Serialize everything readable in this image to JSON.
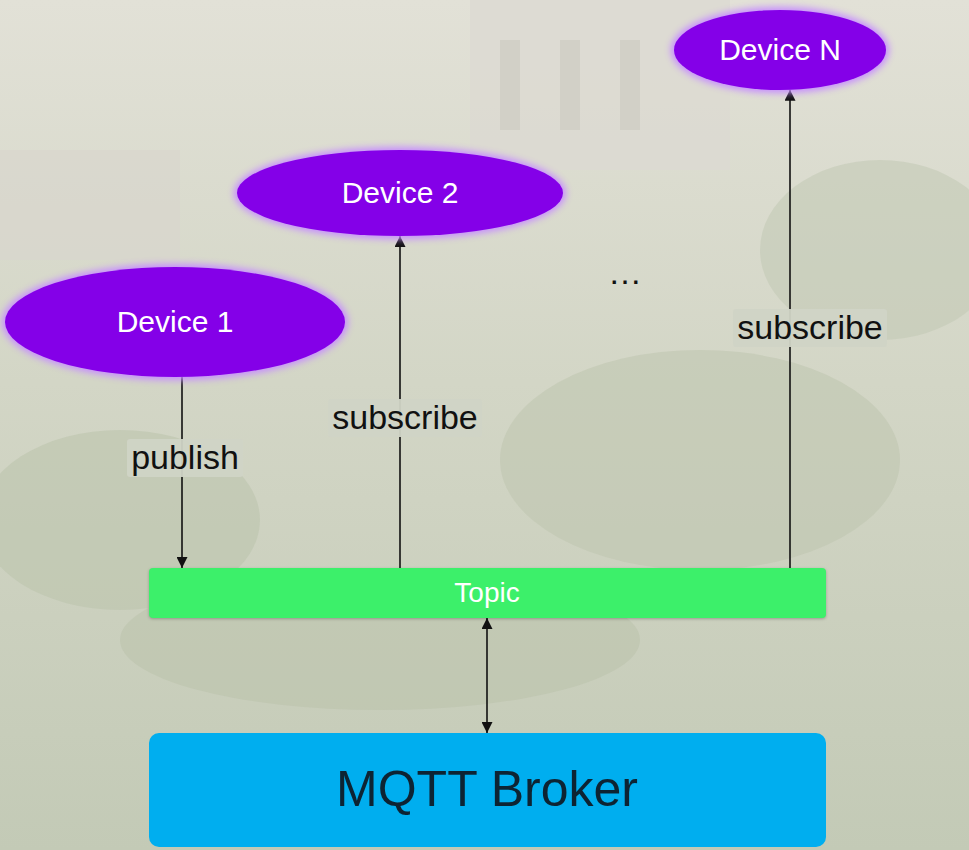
{
  "diagram": {
    "nodes": [
      {
        "text": [
          "Device 1"
        ]
      },
      {
        "text": [
          "Device 2"
        ]
      },
      {
        "text": [
          "Device N"
        ]
      },
      {
        "text": [
          "Topic"
        ]
      },
      {
        "text": [
          "MQTT Broker"
        ]
      }
    ],
    "edges": [
      {
        "from": 0,
        "to": 3,
        "arrow": "to",
        "label": "publish"
      },
      {
        "from": 3,
        "to": 1,
        "arrow": "to",
        "label": "subscribe"
      },
      {
        "from": 3,
        "to": 2,
        "arrow": "to",
        "label": "subscribe"
      },
      {
        "from": 3,
        "to": 4,
        "arrow": "both"
      }
    ],
    "labels": [
      "…"
    ]
  }
}
